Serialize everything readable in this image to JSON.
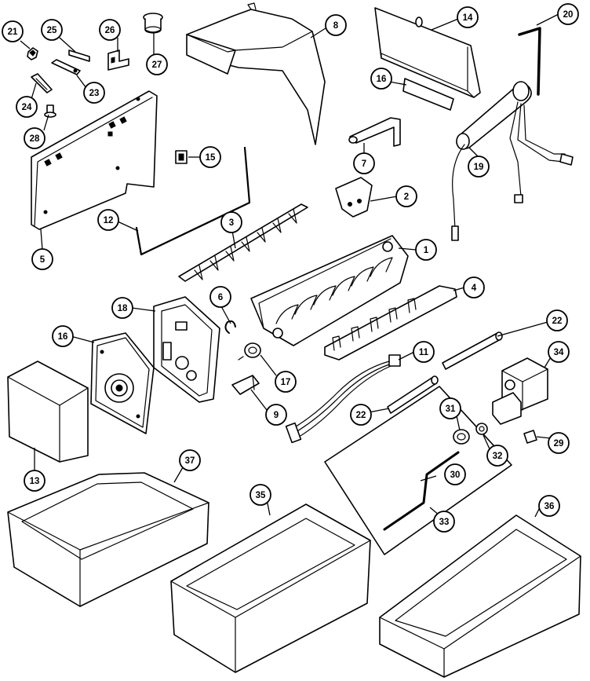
{
  "callouts": [
    {
      "id": "c1",
      "label": "1"
    },
    {
      "id": "c2",
      "label": "2"
    },
    {
      "id": "c3",
      "label": "3"
    },
    {
      "id": "c4",
      "label": "4"
    },
    {
      "id": "c5",
      "label": "5"
    },
    {
      "id": "c6",
      "label": "6"
    },
    {
      "id": "c7",
      "label": "7"
    },
    {
      "id": "c8",
      "label": "8"
    },
    {
      "id": "c9",
      "label": "9"
    },
    {
      "id": "c11",
      "label": "11"
    },
    {
      "id": "c12",
      "label": "12"
    },
    {
      "id": "c13",
      "label": "13"
    },
    {
      "id": "c14",
      "label": "14"
    },
    {
      "id": "c15",
      "label": "15"
    },
    {
      "id": "c16a",
      "label": "16"
    },
    {
      "id": "c16b",
      "label": "16"
    },
    {
      "id": "c17",
      "label": "17"
    },
    {
      "id": "c18",
      "label": "18"
    },
    {
      "id": "c19",
      "label": "19"
    },
    {
      "id": "c20",
      "label": "20"
    },
    {
      "id": "c21",
      "label": "21"
    },
    {
      "id": "c22a",
      "label": "22"
    },
    {
      "id": "c22b",
      "label": "22"
    },
    {
      "id": "c23",
      "label": "23"
    },
    {
      "id": "c24",
      "label": "24"
    },
    {
      "id": "c25",
      "label": "25"
    },
    {
      "id": "c26",
      "label": "26"
    },
    {
      "id": "c27",
      "label": "27"
    },
    {
      "id": "c28",
      "label": "28"
    },
    {
      "id": "c29",
      "label": "29"
    },
    {
      "id": "c30",
      "label": "30"
    },
    {
      "id": "c31",
      "label": "31"
    },
    {
      "id": "c32",
      "label": "32"
    },
    {
      "id": "c33",
      "label": "33"
    },
    {
      "id": "c34",
      "label": "34"
    },
    {
      "id": "c35",
      "label": "35"
    },
    {
      "id": "c36",
      "label": "36"
    },
    {
      "id": "c37",
      "label": "37"
    }
  ]
}
